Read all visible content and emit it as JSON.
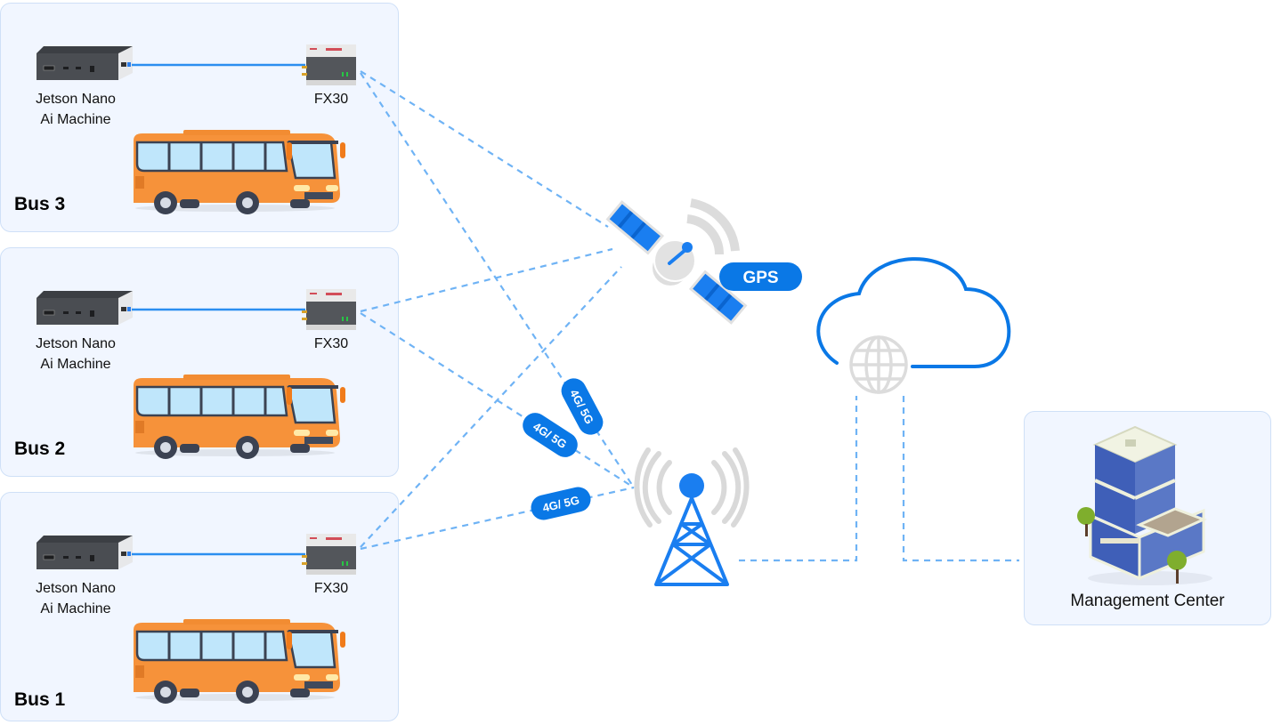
{
  "buses": [
    {
      "name": "Bus 3",
      "ai_device": [
        "Jetson Nano",
        "Ai Machine"
      ],
      "router": "FX30"
    },
    {
      "name": "Bus 2",
      "ai_device": [
        "Jetson Nano",
        "Ai Machine"
      ],
      "router": "FX30"
    },
    {
      "name": "Bus 1",
      "ai_device": [
        "Jetson Nano",
        "Ai Machine"
      ],
      "router": "FX30"
    }
  ],
  "gps": {
    "label": "GPS"
  },
  "cellular": {
    "labels": [
      "4G/ 5G",
      "4G/ 5G",
      "4G/ 5G"
    ]
  },
  "cloud": {
    "icon": "cloud-icon",
    "globe_icon": "globe-icon"
  },
  "tower": {
    "icon": "cell-tower-icon"
  },
  "management": {
    "label": "Management Center",
    "icon": "office-building-icon"
  },
  "colors": {
    "accent": "#0a78e6",
    "dashed_link": "#6fb3f5",
    "panel_bg": "#f1f6ff",
    "panel_border": "#cfe0f7",
    "bus_orange": "#f6923a",
    "signal_gray": "#d9d9d9"
  }
}
